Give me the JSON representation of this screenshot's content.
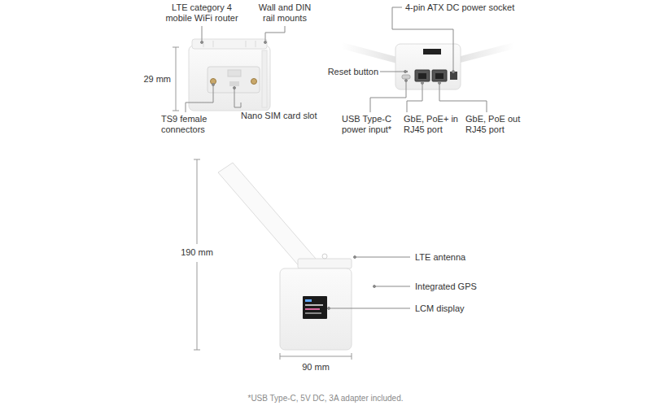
{
  "diagram": {
    "caption": "*USB Type-C, 5V DC, 3A adapter included.",
    "labels": [
      "LTE category 4 mobile WiFi router",
      "Wall and DIN rail mounts",
      "29 mm",
      "TS9 female connectors",
      "Nano SIM card slot",
      "4-pin ATX DC power socket",
      "Reset button",
      "USB Type-C power input*",
      "GbE, PoE+ in RJ45 port",
      "GbE, PoE out RJ45 port",
      "190 mm",
      "LTE antenna",
      "Integrated GPS",
      "LCM display",
      "90 mm"
    ]
  }
}
